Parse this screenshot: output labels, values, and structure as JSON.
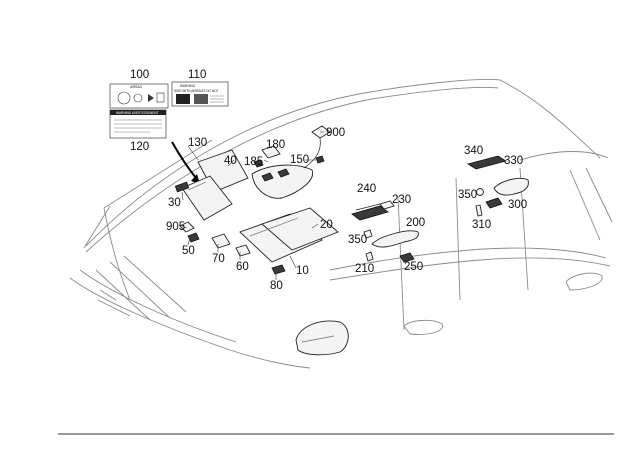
{
  "callouts": {
    "c10": "10",
    "c20": "20",
    "c30": "30",
    "c40": "40",
    "c50": "50",
    "c60": "60",
    "c70": "70",
    "c80": "80",
    "c100": "100",
    "c110": "110",
    "c120": "120",
    "c130": "130",
    "c150": "150",
    "c180": "180",
    "c185": "185",
    "c200": "200",
    "c210": "210",
    "c230": "230",
    "c240": "240",
    "c250": "250",
    "c300": "300",
    "c310": "310",
    "c330": "330",
    "c340": "340",
    "c350a": "350",
    "c350b": "350",
    "c900": "900",
    "c905": "905"
  },
  "labels": {
    "airbag_head": "AIRBAG",
    "warning_head": "WARNING",
    "warning_sub": "SIDE WITH AIRBAGS DO NOT",
    "avertissement_head": "WARNING AVERTISSEMENT"
  },
  "colors": {
    "line": "#8a8a8a",
    "ink": "#111111",
    "part_fill": "#f4f4f4",
    "dark_part": "#3a3a3a",
    "arrow": "#000000"
  }
}
